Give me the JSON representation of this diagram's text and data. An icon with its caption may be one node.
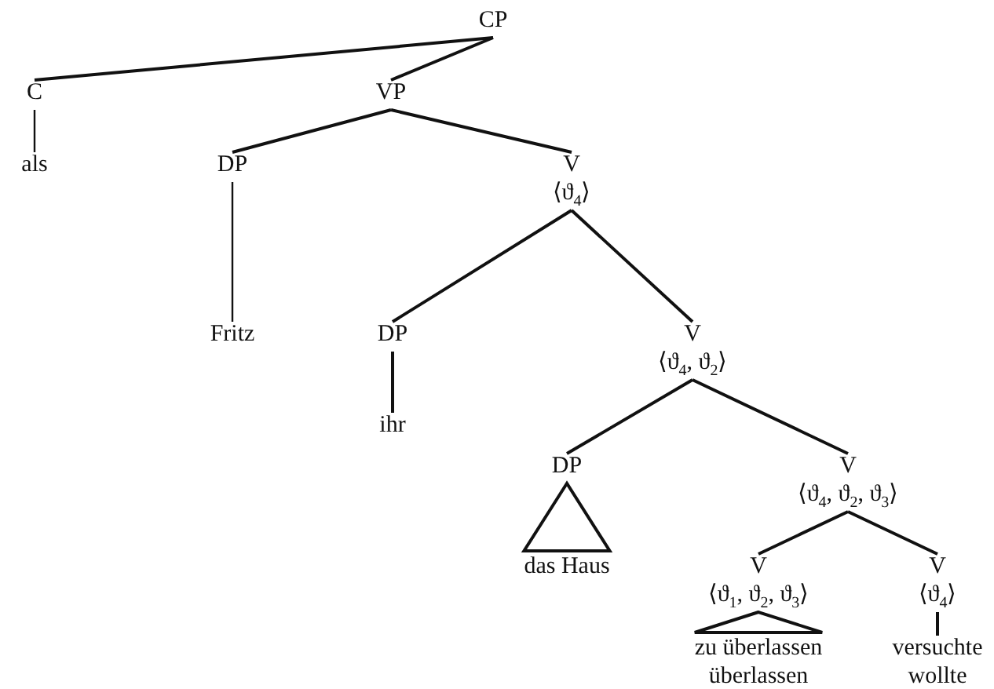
{
  "diagram": {
    "nodes": [
      {
        "text": [
          "CP"
        ]
      },
      {
        "text": [
          "C"
        ]
      },
      {
        "text": [
          "VP"
        ]
      },
      {
        "text": [
          "als"
        ]
      },
      {
        "text": [
          "DP"
        ]
      },
      {
        "text": [
          "V",
          "⟨ϑ$_{4}$⟩"
        ]
      },
      {
        "text": [
          "Fritz"
        ]
      },
      {
        "text": [
          "DP"
        ]
      },
      {
        "text": [
          "V",
          "⟨ϑ$_{4}$, ϑ$_{2}$⟩"
        ]
      },
      {
        "text": [
          "ihr"
        ]
      },
      {
        "text": [
          "DP"
        ]
      },
      {
        "text": [
          "V",
          "⟨ϑ$_{4}$, ϑ$_{2}$, ϑ$_{3}$⟩"
        ]
      },
      {
        "text": [
          "das Haus"
        ]
      },
      {
        "text": [
          "V",
          "⟨ϑ$_{1}$, ϑ$_{2}$, ϑ$_{3}$⟩"
        ]
      },
      {
        "text": [
          "V",
          "⟨ϑ$_{4}$⟩"
        ]
      },
      {
        "text": [
          "zu überlassen",
          "überlassen"
        ]
      },
      {
        "text": [
          "versuchte",
          "wollte"
        ]
      }
    ],
    "edges": [
      {
        "from": 0,
        "to": 1,
        "arrow": "none"
      },
      {
        "from": 0,
        "to": 2,
        "arrow": "none"
      },
      {
        "from": 1,
        "to": 3,
        "arrow": "none"
      },
      {
        "from": 2,
        "to": 4,
        "arrow": "none"
      },
      {
        "from": 2,
        "to": 5,
        "arrow": "none"
      },
      {
        "from": 4,
        "to": 6,
        "arrow": "none"
      },
      {
        "from": 5,
        "to": 7,
        "arrow": "none"
      },
      {
        "from": 5,
        "to": 8,
        "arrow": "none"
      },
      {
        "from": 7,
        "to": 9,
        "arrow": "none"
      },
      {
        "from": 8,
        "to": 10,
        "arrow": "none"
      },
      {
        "from": 8,
        "to": 11,
        "arrow": "none"
      },
      {
        "from": 10,
        "to": 12,
        "arrow": "none"
      },
      {
        "from": 11,
        "to": 13,
        "arrow": "none"
      },
      {
        "from": 11,
        "to": 14,
        "arrow": "none"
      },
      {
        "from": 13,
        "to": 15,
        "arrow": "none"
      },
      {
        "from": 14,
        "to": 16,
        "arrow": "none"
      }
    ]
  }
}
